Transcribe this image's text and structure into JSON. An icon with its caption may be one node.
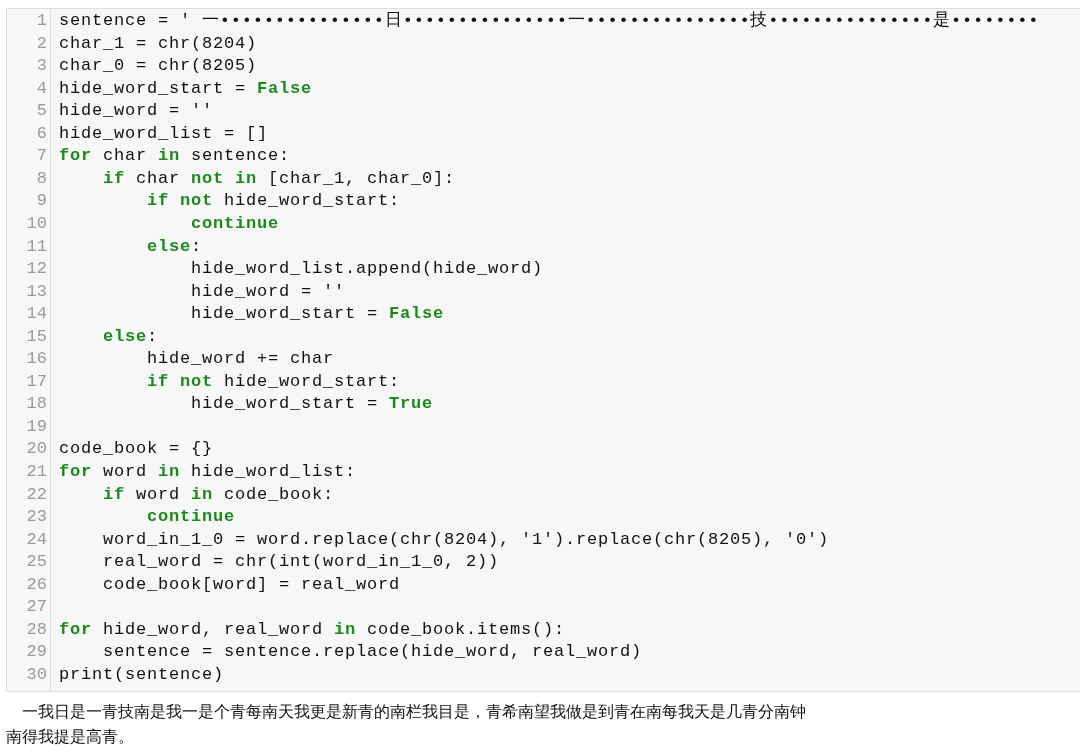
{
  "diagram": {
    "labels": [
      "1",
      "sentence = ' 一•••••••••••••••日•••••••••••••••一•••••••••••••••技•••••••••••••••是••••••••",
      "2",
      "char_1 = chr(8204)",
      "3",
      "char_0 = chr(8205)",
      "4",
      "hide_word_start = **False**",
      "5",
      "hide_word = ''",
      "6",
      "hide_word_list = []",
      "7",
      "**for** char **in** sentence:",
      "8",
      "    **if** char **not in** [char_1, char_0]:",
      "9",
      "        **if not** hide_word_start:",
      "10",
      "            **continue**",
      "11",
      "        **else**:",
      "12",
      "            hide_word_list.append(hide_word)",
      "13",
      "            hide_word = ''",
      "14",
      "            hide_word_start = **False**",
      "15",
      "    **else**:",
      "16",
      "        hide_word += char",
      "17",
      "        **if not** hide_word_start:",
      "18",
      "            hide_word_start = **True**",
      "19",
      "20",
      "code_book = {}",
      "21",
      "**for** word **in** hide_word_list:",
      "22",
      "    **if** word **in** code_book:",
      "23",
      "        **continue**",
      "24",
      "    word_in_1_0 = word.replace(chr(8204), '1').replace(chr(8205), '0')",
      "25",
      "    real_word = chr(int(word_in_1_0, 2))",
      "26",
      "    code_book[word] = real_word",
      "27",
      "28",
      "**for** hide_word, real_word **in** code_book.items():",
      "29",
      "    sentence = sentence.replace(hide_word, real_word)",
      "30",
      "print(sentence)",
      "一我日是一青技南是我一是个青每南天我更是新青的南栏我目是，青希南望我做是到青在南每我天是几青分南钟",
      "南得我提是高青。"
    ]
  }
}
